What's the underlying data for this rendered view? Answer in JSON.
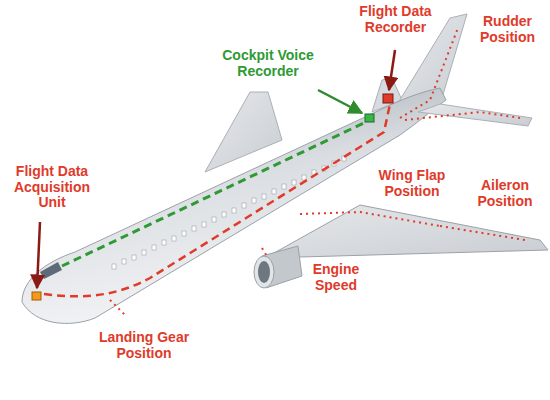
{
  "diagram": {
    "labels": [
      "Flight Data Recorder",
      "Rudder Position",
      "Cockpit Voice Recorder",
      "Flight Data Acquisition Unit",
      "Wing Flap Position",
      "Aileron Position",
      "Engine Speed",
      "Landing Gear Position"
    ]
  }
}
